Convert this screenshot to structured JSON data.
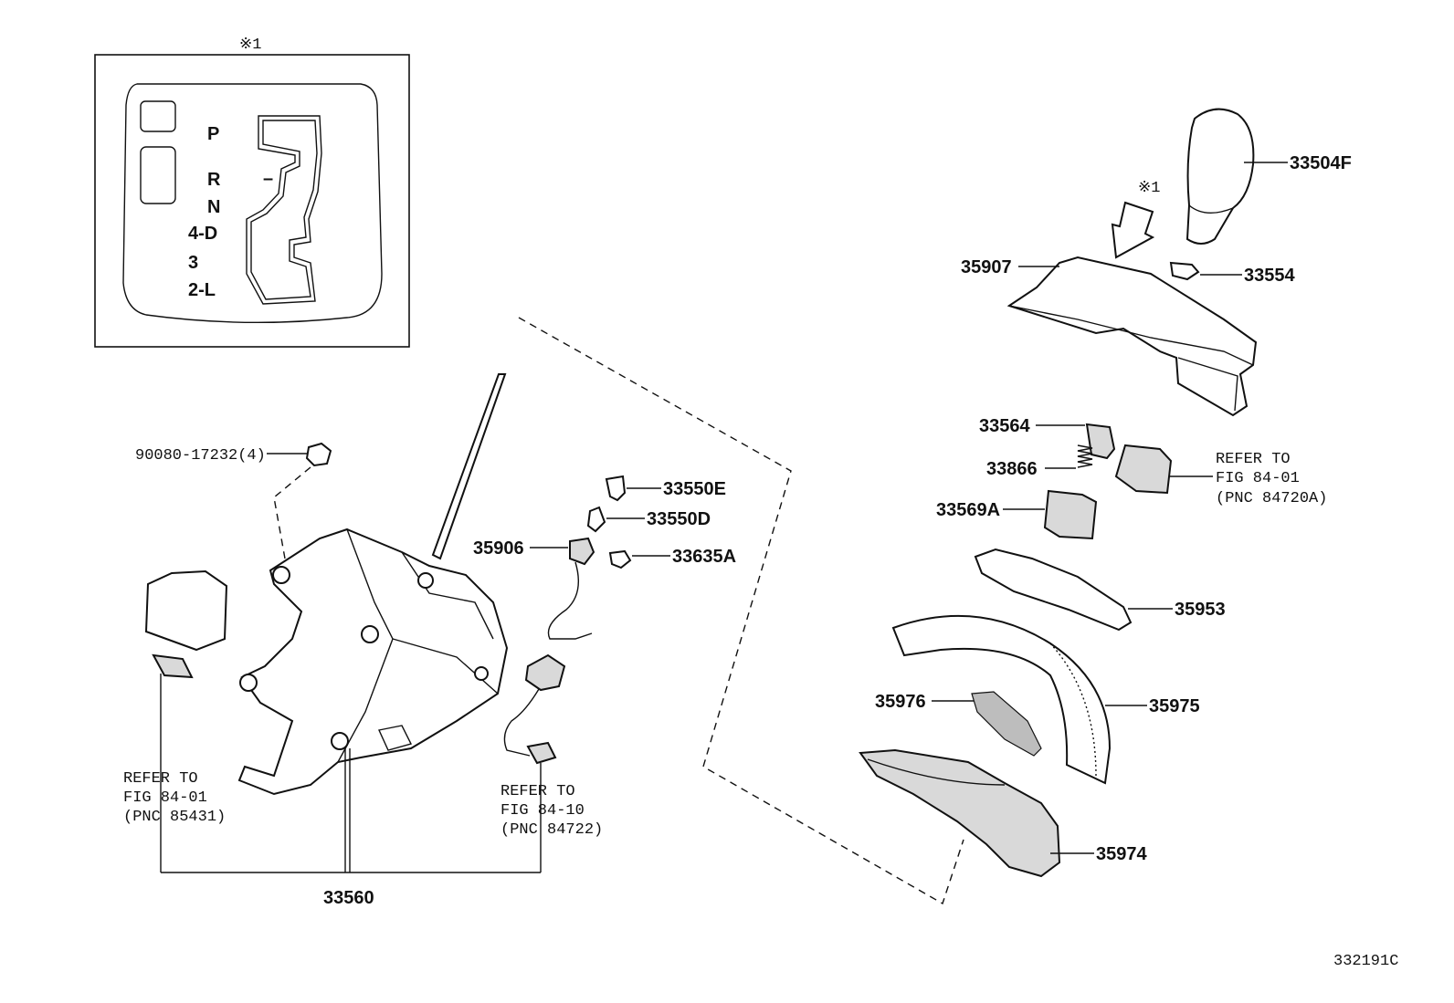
{
  "inset": {
    "mark": "※1",
    "gate_positions": [
      "P",
      "R",
      "N",
      "4-D",
      "3",
      "2-L"
    ],
    "gate_dash": "–"
  },
  "arrow_mark": "※1",
  "parts": {
    "p33504F": "33504F",
    "p35907": "35907",
    "p33554": "33554",
    "p33564": "33564",
    "p33866": "33866",
    "p33569A": "33569A",
    "p35953": "35953",
    "p35976": "35976",
    "p35975": "35975",
    "p35974": "35974",
    "p90080": "90080-17232(4)",
    "p33550E": "33550E",
    "p33550D": "33550D",
    "p35906": "35906",
    "p33635A": "33635A",
    "p33560": "33560"
  },
  "refs": {
    "ref_a": [
      "REFER TO",
      "FIG 84-01",
      "(PNC 84720A)"
    ],
    "ref_b": [
      "REFER TO",
      "FIG 84-01",
      "(PNC 85431)"
    ],
    "ref_c": [
      "REFER TO",
      "FIG 84-10",
      "(PNC 84722)"
    ]
  },
  "diagram_id": "332191C"
}
